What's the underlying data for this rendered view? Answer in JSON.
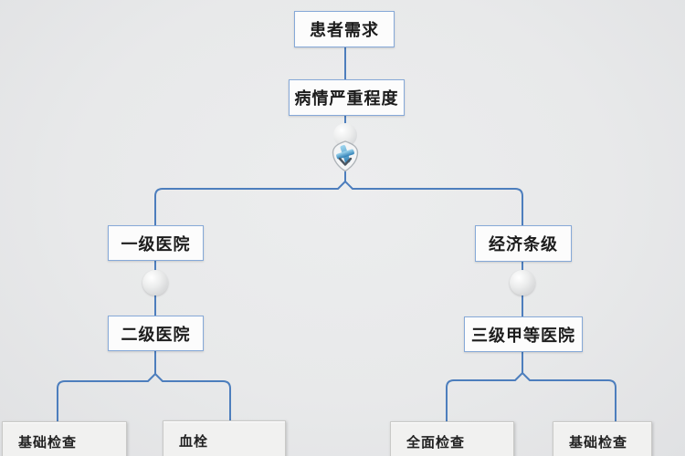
{
  "canvas": {
    "background": "#e8e9ea"
  },
  "palette": {
    "connector_line": "#4d7ebd",
    "node_border": "#86a9d8",
    "node_background": "#fcfcfc",
    "leaf_background": "#f1f1f0",
    "leaf_border": "#c9c9c7",
    "text": "#1c1c1c",
    "icon_cross_blue": "#2f7fb5"
  },
  "nodes": {
    "root": {
      "label": "患者需求"
    },
    "severity": {
      "label": "病情严重程度"
    },
    "hospital_level1": {
      "label": "一级医院"
    },
    "economic": {
      "label": "经济条级"
    },
    "hospital_level2": {
      "label": "二级医院"
    },
    "hospital_level3": {
      "label": "三级甲等医院"
    },
    "leaf_basic_left": {
      "label": "基础检查"
    },
    "leaf_blood": {
      "label": "血栓"
    },
    "leaf_full": {
      "label": "全面检查"
    },
    "leaf_basic_right": {
      "label": "基础检查"
    }
  },
  "icons": {
    "shield": "shield-cross-icon",
    "sphere": "sphere-connector-icon"
  }
}
